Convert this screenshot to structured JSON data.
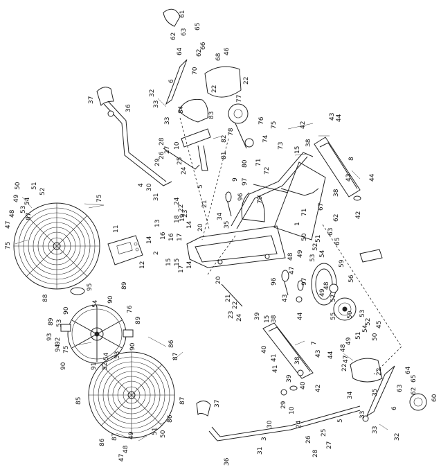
{
  "labels": [
    "1",
    "2",
    "3",
    "4",
    "5",
    "6",
    "7",
    "8",
    "9",
    "10",
    "11",
    "12",
    "13",
    "14",
    "15",
    "16",
    "17",
    "18",
    "19",
    "20",
    "21",
    "22",
    "23",
    "24",
    "25",
    "26",
    "27",
    "28",
    "29",
    "30",
    "31",
    "32",
    "33",
    "34",
    "35",
    "36",
    "37",
    "38",
    "39",
    "40",
    "41",
    "42",
    "43",
    "44",
    "45",
    "46",
    "47",
    "48",
    "49",
    "50",
    "51",
    "52",
    "53",
    "54",
    "55",
    "56",
    "57",
    "59",
    "60",
    "61",
    "62",
    "63",
    "64",
    "65",
    "66",
    "67",
    "68",
    "70",
    "71",
    "72",
    "73",
    "74",
    "75",
    "76",
    "77",
    "78",
    "79",
    "80",
    "81",
    "82",
    "83",
    "84",
    "85",
    "86",
    "87",
    "88",
    "89",
    "90",
    "91",
    "92",
    "93",
    "94",
    "95",
    "96",
    "97"
  ],
  "colors": {
    "line": "#222222",
    "background": "#ffffff"
  }
}
